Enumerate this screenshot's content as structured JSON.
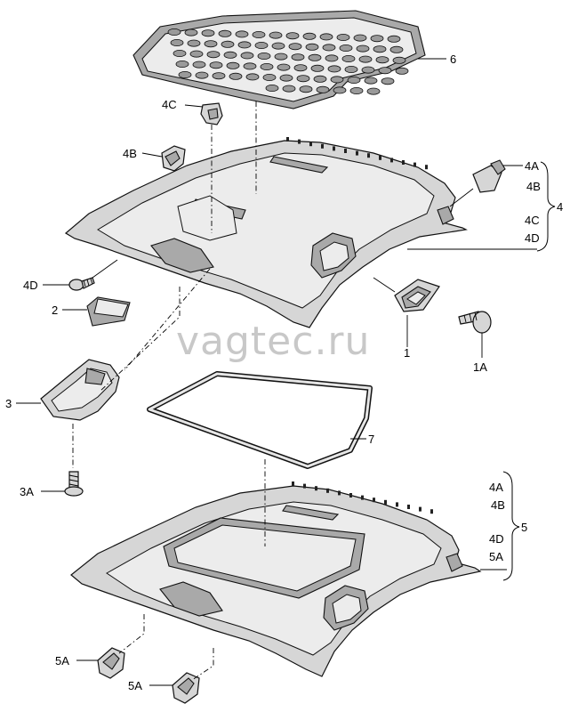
{
  "watermark": "vagtec.ru",
  "labels": {
    "l1": "1",
    "l1a": "1A",
    "l2": "2",
    "l3": "3",
    "l3a": "3A",
    "l4": "4",
    "l4a": "4A",
    "l4b": "4B",
    "l4c": "4C",
    "l4d": "4D",
    "l4b_left": "4B",
    "l4c_top": "4C",
    "l4d_left": "4D",
    "l5": "5",
    "l5_4a": "4A",
    "l5_4b": "4B",
    "l5_4d": "4D",
    "l5_5a": "5A",
    "l5a_1": "5A",
    "l5a_2": "5A",
    "l6": "6",
    "l7": "7"
  }
}
